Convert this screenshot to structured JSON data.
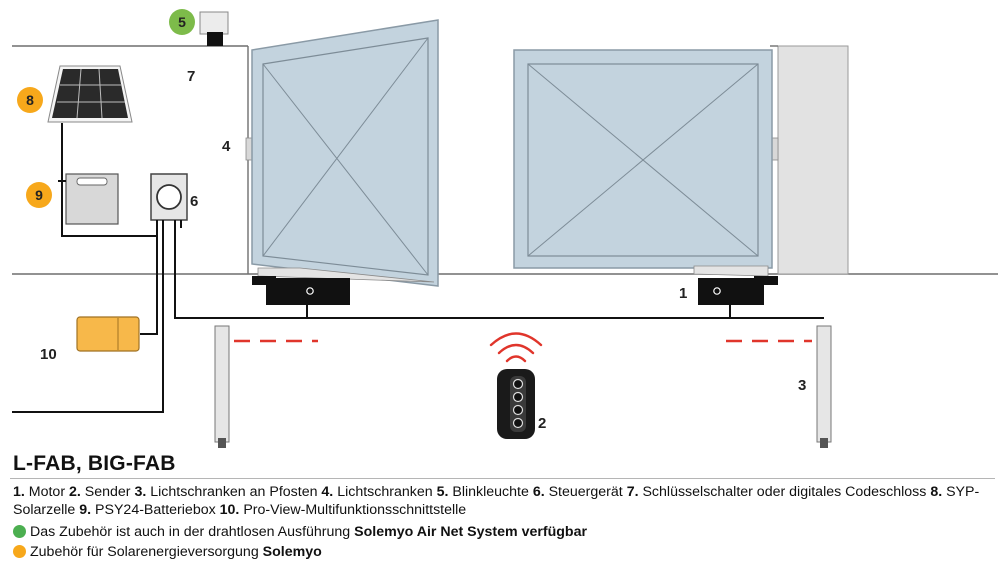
{
  "title": "L-FAB, BIG-FAB",
  "labels": {
    "n1": "1",
    "n2": "2",
    "n3": "3",
    "n4": "4",
    "n5": "5",
    "n6": "6",
    "n7": "7",
    "n8": "8",
    "n9": "9",
    "n10": "10"
  },
  "legend": [
    {
      "num": "1.",
      "text": " Motor "
    },
    {
      "num": "2.",
      "text": " Sender "
    },
    {
      "num": "3.",
      "text": " Lichtschranken an Pfosten "
    },
    {
      "num": "4.",
      "text": " Lichtschranken "
    },
    {
      "num": "5.",
      "text": " Blinkleuchte "
    },
    {
      "num": "6.",
      "text": " Steuergerät "
    },
    {
      "num": "7.",
      "text": " Schlüsselschalter oder digitales Codeschloss "
    },
    {
      "num": "8.",
      "text": " SYP-Solarzelle "
    },
    {
      "num": "9.",
      "text": " PSY24-Batteriebox "
    },
    {
      "num": "10.",
      "text": " Pro-View-Multifunktionsschnittstelle"
    }
  ],
  "notes": {
    "wireless_text": "Das Zubehör ist auch in der drahtlosen Ausführung ",
    "wireless_brand": "Solemyo Air Net System verfügbar",
    "solar_text": "Zubehör für Solarenergieversorgung ",
    "solar_brand": "Solemyo"
  },
  "colors": {
    "wireless_dot": "#4caf50",
    "solar_dot": "#f7a81b",
    "gate_fill": "#c3d3de",
    "interface_fill": "#f7b84a",
    "beam_red": "#e0352b"
  }
}
